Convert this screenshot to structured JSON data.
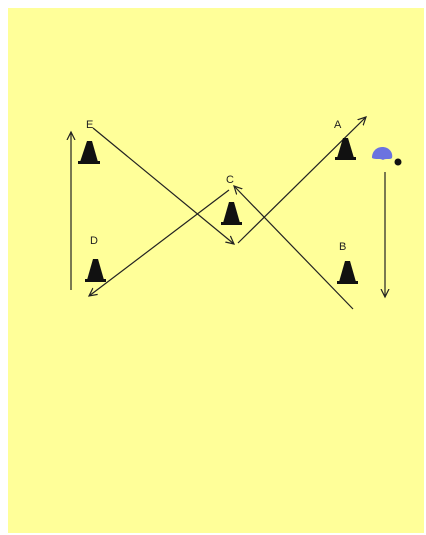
{
  "colors": {
    "field": "#FFFF99",
    "line": "#222222",
    "cone": "#111111",
    "player": "#6B73E0"
  },
  "cones": [
    {
      "id": "A",
      "label": "A"
    },
    {
      "id": "B",
      "label": "B"
    },
    {
      "id": "C",
      "label": "C"
    },
    {
      "id": "D",
      "label": "D"
    },
    {
      "id": "E",
      "label": "E"
    }
  ],
  "player": {
    "icon": "player-icon",
    "ball_icon": "ball-icon"
  }
}
